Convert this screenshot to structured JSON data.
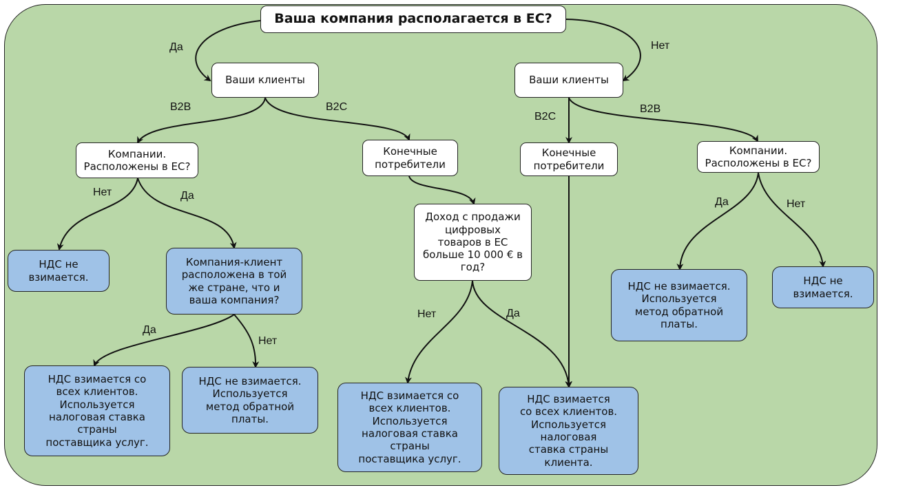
{
  "nodes": {
    "root": "Ваша компания располагается в ЕС?",
    "clients_left": "Ваши клиенты",
    "clients_right": "Ваши клиенты",
    "companies_eu_left": "Компании.\nРасположены в ЕС?",
    "end_consumers_left": "Конечные\nпотребители",
    "end_consumers_right": "Конечные\nпотребители",
    "companies_eu_right": "Компании.\nРасположены в ЕС?",
    "income_question": "Доход с продажи\nцифровых\nтоваров в ЕС\nбольше 10 000 € в\nгод?",
    "same_country_question": "Компания-клиент\nрасположена в той\nже стране, что и\nваша компания?",
    "vat_not_charged_1": "НДС не\nвзимается.",
    "vat_all_supplier_1": "НДС взимается со\nвсех клиентов.\nИспользуется\nналоговая ставка\nстраны\nпоставщика услуг.",
    "vat_reverse_1": "НДС не взимается.\nИспользуется\nметод обратной\nплаты.",
    "vat_all_supplier_2": "НДС взимается со\nвсех клиентов.\nИспользуется\nналоговая ставка\nстраны\nпоставщика услуг.",
    "vat_all_client": "НДС взимается\nсо всех клиентов.\nИспользуется\nналоговая\nставка страны\nклиента.",
    "vat_reverse_2": "НДС не взимается.\nИспользуется\nметод обратной\nплаты.",
    "vat_not_charged_2": "НДС не\nвзимается."
  },
  "edge_labels": {
    "root_yes": "Да",
    "root_no": "Нет",
    "left_b2b": "B2B",
    "left_b2c": "B2C",
    "right_b2c": "B2C",
    "right_b2b": "B2B",
    "eu_left_no": "Нет",
    "eu_left_yes": "Да",
    "same_country_yes": "Да",
    "same_country_no": "Нет",
    "income_no": "Нет",
    "income_yes": "Да",
    "eu_right_yes": "Да",
    "eu_right_no": "Нет"
  },
  "colors": {
    "background": "#b9d7a8",
    "question_box": "#ffffff",
    "result_box": "#9fc2e7",
    "stroke": "#111111"
  }
}
